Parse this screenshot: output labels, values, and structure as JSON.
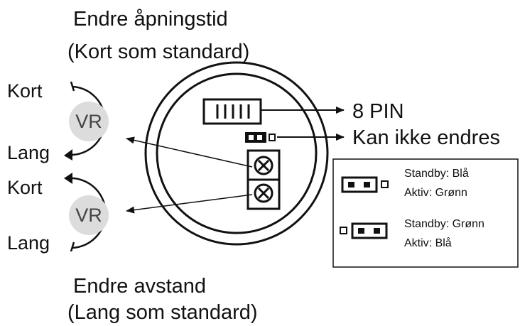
{
  "top_caption": {
    "line1": "Endre åpningstid",
    "line2": "(Kort som standard)"
  },
  "bottom_caption": {
    "line1": "Endre avstand",
    "line2": "(Lang som standard)"
  },
  "knob_top": {
    "label": "VR",
    "upper": "Kort",
    "lower": "Lang"
  },
  "knob_bottom": {
    "label": "VR",
    "upper": "Kort",
    "lower": "Lang"
  },
  "callouts": {
    "pin": "8 PIN",
    "fixed": "Kan ikke endres"
  },
  "legend": {
    "item1": {
      "line1": "Standby: Blå",
      "line2": "Aktiv: Grønn"
    },
    "item2": {
      "line1": "Standby: Grønn",
      "line2": "Aktiv: Blå"
    }
  }
}
